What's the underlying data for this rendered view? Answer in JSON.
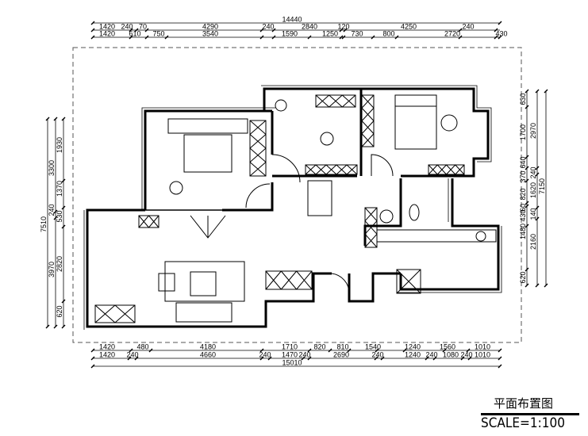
{
  "drawing": {
    "title": "平面布置图",
    "scale": "SCALE=1:100"
  },
  "dimensions": {
    "top_total": "14440",
    "top_row1": [
      "1420",
      "240",
      "70",
      "4290",
      "240",
      "2840",
      "120",
      "4250",
      "240"
    ],
    "top_row2": [
      "1420",
      "610",
      "750",
      "3540",
      "1590",
      "1250",
      "730",
      "800",
      "2720",
      "430"
    ],
    "bottom_row1": [
      "1420",
      "480",
      "4180",
      "1710",
      "820",
      "810",
      "1540",
      "1240",
      "1560",
      "1010"
    ],
    "bottom_row2": [
      "1420",
      "240",
      "4660",
      "240",
      "1470",
      "240",
      "2690",
      "240",
      "1240",
      "240",
      "1080",
      "240",
      "1010"
    ],
    "bottom_total": "15010",
    "left_total": "7510",
    "left_mid": [
      "3300",
      "240",
      "3970"
    ],
    "left_inner": [
      "1930",
      "1370",
      "530",
      "2820",
      "620"
    ],
    "right_inner": [
      "630",
      "1700",
      "640",
      "370",
      "820",
      "60",
      "430",
      "1480",
      "620"
    ],
    "right_mid": [
      "2970",
      "240",
      "1620",
      "140",
      "2160"
    ],
    "right_total": "7150"
  },
  "colors": {
    "line": "#000000",
    "border": "#555555"
  }
}
